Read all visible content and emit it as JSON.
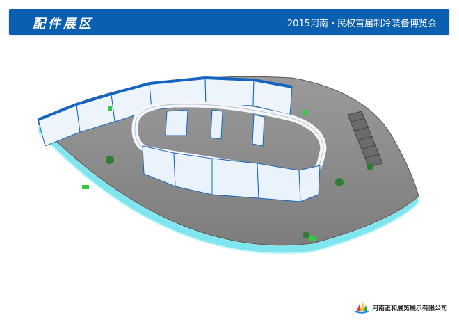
{
  "header": {
    "section_title": "配件展区",
    "expo_name": "2015河南・民权首届制冷装备博览会"
  },
  "render": {
    "subject": "exhibition-floor-3d-render"
  },
  "footer": {
    "company": "河南正和展览展示有限公司"
  },
  "colors": {
    "header_bg": "#0b5fb1",
    "floor": "#8c8c8c",
    "wall_cyan": "#7fe6f0",
    "booth_blue": "#1565c0"
  }
}
